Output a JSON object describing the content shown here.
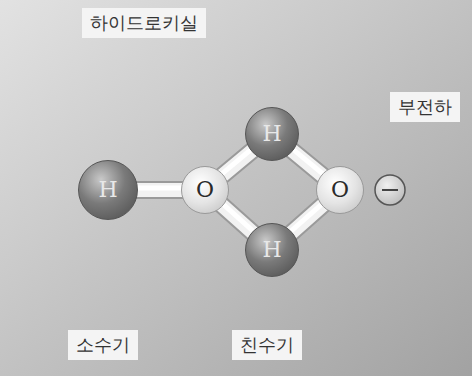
{
  "diagram": {
    "nodes": [
      {
        "text": [
          "H"
        ]
      },
      {
        "text": [
          "O"
        ]
      },
      {
        "text": [
          "H"
        ]
      },
      {
        "text": [
          "H"
        ]
      },
      {
        "text": [
          "O"
        ]
      }
    ],
    "edges": [
      {
        "from": 0,
        "to": 1,
        "arrow": "none"
      },
      {
        "from": 1,
        "to": 2,
        "arrow": "none"
      },
      {
        "from": 2,
        "to": 4,
        "arrow": "none"
      },
      {
        "from": 1,
        "to": 3,
        "arrow": "none"
      },
      {
        "from": 3,
        "to": 4,
        "arrow": "none"
      }
    ],
    "labels": [
      "하이드로키실",
      "부전하",
      "소수기",
      "친수기"
    ]
  }
}
